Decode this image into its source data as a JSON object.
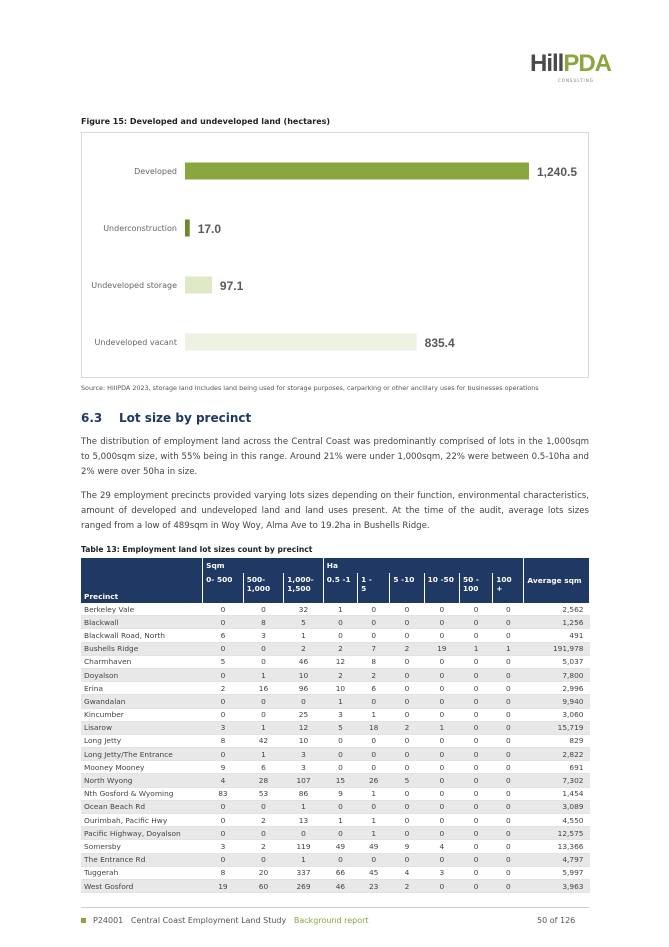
{
  "logo": {
    "hill": "Hill",
    "pda": "PDA",
    "sub": "CONSULTING"
  },
  "figure": {
    "title": "Figure 15: Developed and undeveloped land (hectares)"
  },
  "chart_data": {
    "type": "bar",
    "orientation": "horizontal",
    "title": "",
    "categories": [
      "Developed",
      "Underconstruction",
      "Undeveloped storage",
      "Undeveloped vacant"
    ],
    "values": [
      1240.5,
      17.0,
      97.1,
      835.4
    ],
    "value_labels": [
      "1,240.5",
      "17.0",
      "97.1",
      "835.4"
    ],
    "colors": [
      "#8aa63f",
      "#6b8a2e",
      "#dfe8c7",
      "#eef2e2"
    ],
    "xlim": [
      0,
      1240.5
    ],
    "grid": false,
    "legend": "none"
  },
  "source": "Source: HillPDA 2023, storage land includes land being used for storage purposes, carparking or other ancillary uses for businesses operations",
  "section": {
    "number": "6.3",
    "title": "Lot size by precinct"
  },
  "paragraphs": [
    "The distribution of employment land across the Central Coast was predominantly comprised of lots in the 1,000sqm to 5,000sqm size, with 55% being in this range. Around 21% were under 1,000sqm, 22% were between 0.5-10ha and 2% were over 50ha in size.",
    "The 29 employment precincts provided varying lots sizes depending on their function, environmental characteristics, amount of developed and undeveloped land and land uses present. At the time of the audit, average lots sizes ranged from a low of 489sqm in Woy Woy, Alma Ave to 19.2ha in Bushells Ridge."
  ],
  "table": {
    "title": "Table 13: Employment land lot sizes count by precinct",
    "group_sqm": "Sqm",
    "group_ha": "Ha",
    "avg_header": "Average sqm",
    "precinct_header": "Precinct",
    "columns": [
      "0- 500",
      "500-\n1,000",
      "1,000-\n1,500",
      "0.5 -1",
      "1 -\n5",
      "5 -10",
      "10 -50",
      "50 -\n100",
      "100\n+"
    ],
    "rows": [
      [
        "Berkeley Vale",
        "0",
        "0",
        "32",
        "1",
        "0",
        "0",
        "0",
        "0",
        "0",
        "2,562"
      ],
      [
        "Blackwall",
        "0",
        "8",
        "5",
        "0",
        "0",
        "0",
        "0",
        "0",
        "0",
        "1,256"
      ],
      [
        "Blackwall Road, North",
        "6",
        "3",
        "1",
        "0",
        "0",
        "0",
        "0",
        "0",
        "0",
        "491"
      ],
      [
        "Bushells Ridge",
        "0",
        "0",
        "2",
        "2",
        "7",
        "2",
        "19",
        "1",
        "1",
        "191,978"
      ],
      [
        "Charmhaven",
        "5",
        "0",
        "46",
        "12",
        "8",
        "0",
        "0",
        "0",
        "0",
        "5,037"
      ],
      [
        "Doyalson",
        "0",
        "1",
        "10",
        "2",
        "2",
        "0",
        "0",
        "0",
        "0",
        "7,800"
      ],
      [
        "Erina",
        "2",
        "16",
        "96",
        "10",
        "6",
        "0",
        "0",
        "0",
        "0",
        "2,996"
      ],
      [
        "Gwandalan",
        "0",
        "0",
        "0",
        "1",
        "0",
        "0",
        "0",
        "0",
        "0",
        "9,940"
      ],
      [
        "Kincumber",
        "0",
        "0",
        "25",
        "3",
        "1",
        "0",
        "0",
        "0",
        "0",
        "3,060"
      ],
      [
        "Lisarow",
        "3",
        "1",
        "12",
        "5",
        "18",
        "2",
        "1",
        "0",
        "0",
        "15,719"
      ],
      [
        "Long Jetty",
        "8",
        "42",
        "10",
        "0",
        "0",
        "0",
        "0",
        "0",
        "0",
        "829"
      ],
      [
        "Long Jetty/The Entrance",
        "0",
        "1",
        "3",
        "0",
        "0",
        "0",
        "0",
        "0",
        "0",
        "2,822"
      ],
      [
        "Mooney Mooney",
        "9",
        "6",
        "3",
        "0",
        "0",
        "0",
        "0",
        "0",
        "0",
        "691"
      ],
      [
        "North Wyong",
        "4",
        "28",
        "107",
        "15",
        "26",
        "5",
        "0",
        "0",
        "0",
        "7,302"
      ],
      [
        "Nth Gosford & Wyoming",
        "83",
        "53",
        "86",
        "9",
        "1",
        "0",
        "0",
        "0",
        "0",
        "1,454"
      ],
      [
        "Ocean Beach Rd",
        "0",
        "0",
        "1",
        "0",
        "0",
        "0",
        "0",
        "0",
        "0",
        "3,089"
      ],
      [
        "Ourimbah, Pacific Hwy",
        "0",
        "2",
        "13",
        "1",
        "1",
        "0",
        "0",
        "0",
        "0",
        "4,550"
      ],
      [
        "Pacific Highway, Doyalson",
        "0",
        "0",
        "0",
        "0",
        "1",
        "0",
        "0",
        "0",
        "0",
        "12,575"
      ],
      [
        "Somersby",
        "3",
        "2",
        "119",
        "49",
        "49",
        "9",
        "4",
        "0",
        "0",
        "13,366"
      ],
      [
        "The Entrance Rd",
        "0",
        "0",
        "1",
        "0",
        "0",
        "0",
        "0",
        "0",
        "0",
        "4,797"
      ],
      [
        "Tuggerah",
        "8",
        "20",
        "337",
        "66",
        "45",
        "4",
        "3",
        "0",
        "0",
        "5,997"
      ],
      [
        "West Gosford",
        "19",
        "60",
        "269",
        "46",
        "23",
        "2",
        "0",
        "0",
        "0",
        "3,963"
      ]
    ]
  },
  "footer": {
    "code": "P24001",
    "title": "Central Coast Employment Land Study",
    "subtitle": "Background report",
    "page": "50 of 126"
  }
}
